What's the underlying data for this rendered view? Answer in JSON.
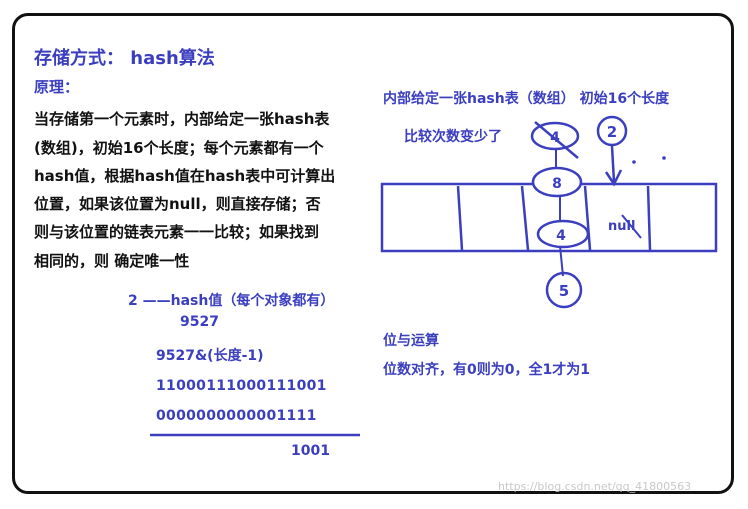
{
  "left": {
    "title": "存储方式： hash算法",
    "principle": "原理：",
    "paragraph": [
      "当存储第一个元素时，内部给定一张hash表",
      "(数组)，初始16个长度；每个元素都有一个",
      "hash值，根据hash值在hash表中可计算出",
      "位置，如果该位置为null，则直接存储；否",
      "则与该位置的链表元素一一比较；如果找到",
      " 相同的，则 确定唯一性"
    ]
  },
  "calc": {
    "hash_label": "2 ——hash值（每个对象都有）",
    "number": "9527",
    "expression": "9527&(长度-1)",
    "binary1": "11000111000111001",
    "binary2": "0000000000001111",
    "result": "1001"
  },
  "right": {
    "title": "内部给定一张hash表（数组） 初始16个长度",
    "fewer_compares": "比较次数变少了",
    "bit_title": "位与运算",
    "bit_desc": "位数对齐，有0则为0，全1才为1"
  },
  "diagram": {
    "circles": [
      "4",
      "2",
      "8",
      "4",
      "5"
    ],
    "null_label": "null"
  },
  "watermark": "https://blog.csdn.net/qq_41800563",
  "colors": {
    "accent": "#3b3fbf",
    "text": "#111111",
    "border": "#111111"
  }
}
